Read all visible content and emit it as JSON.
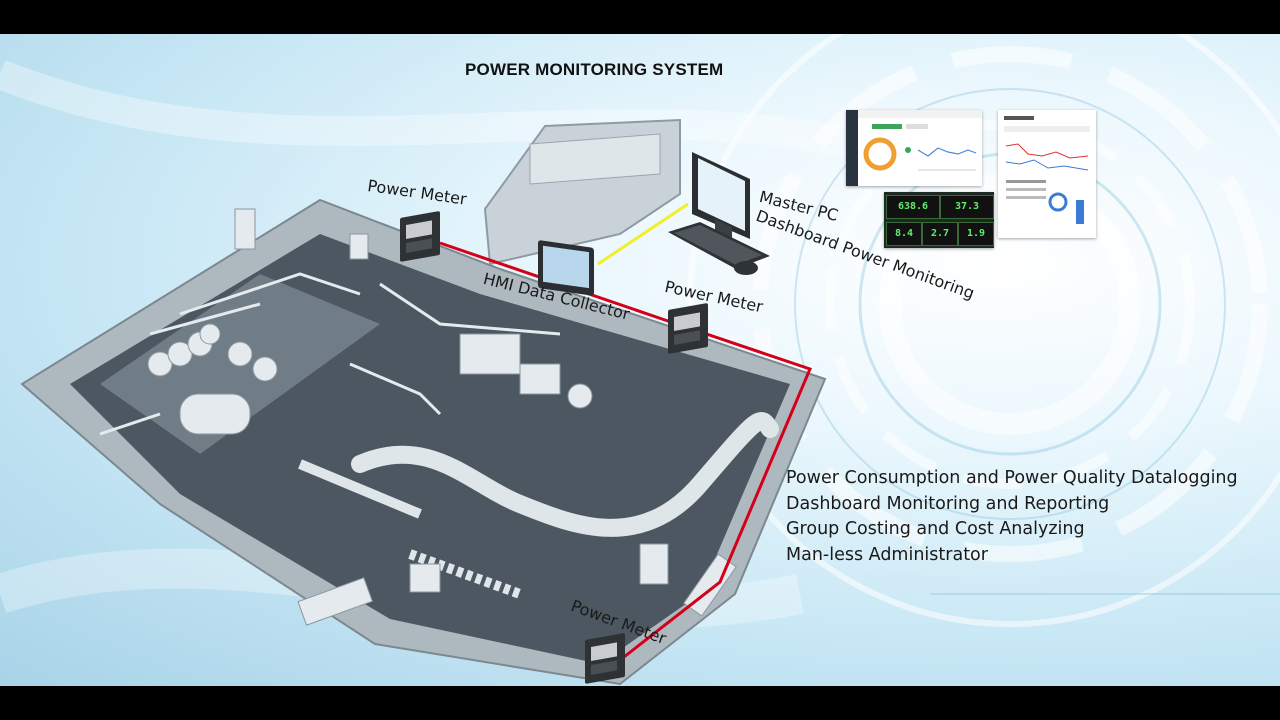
{
  "title": "POWER MONITORING SYSTEM",
  "labels": {
    "power_meter_1": "Power Meter",
    "power_meter_2": "Power Meter",
    "power_meter_3": "Power Meter",
    "hmi": "HMI Data Collector",
    "master_pc": "Master PC",
    "dashboard": "Dashboard Power Monitoring"
  },
  "dashboard_readings": [
    "638.6",
    "37.3",
    "8.4",
    "2.7",
    "1.9"
  ],
  "features": [
    "Power Consumption and Power Quality Datalogging",
    "Dashboard Monitoring and Reporting",
    "Group Costing and Cost Analyzing",
    "Man-less Administrator"
  ],
  "colors": {
    "wiring": "#d4001a",
    "network_link": "#f1ee2b",
    "background": "#cfeaf6"
  },
  "icons": [
    "power-meter-icon",
    "hmi-panel-icon",
    "desktop-pc-icon",
    "keyboard-icon",
    "mouse-icon"
  ]
}
